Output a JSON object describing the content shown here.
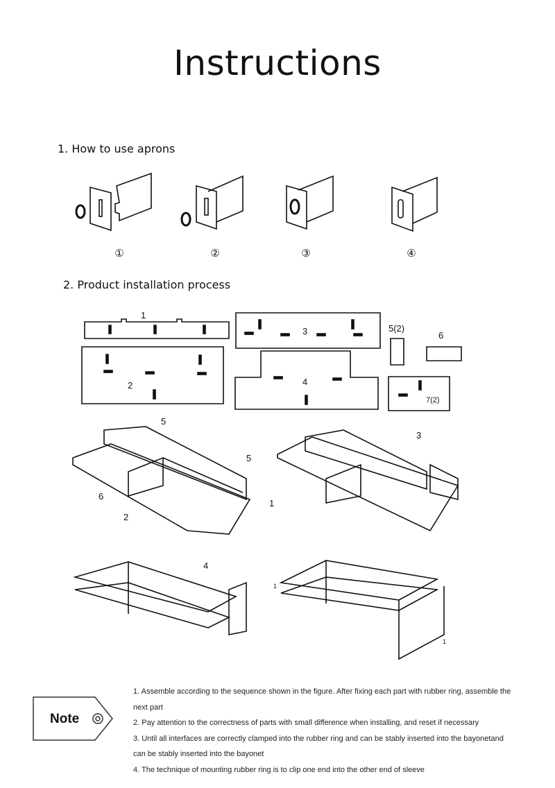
{
  "title": "Instructions",
  "section1": {
    "heading": "1. How to use aprons",
    "steps": [
      "①",
      "②",
      "③",
      "④"
    ]
  },
  "section2": {
    "heading": "2. Product installation process",
    "parts": [
      "1",
      "2",
      "3",
      "4",
      "5(2)",
      "6",
      "7(2)"
    ],
    "assembly_labels": {
      "a": [
        "5",
        "5",
        "6",
        "2",
        "1"
      ],
      "b": [
        "3"
      ],
      "c": [
        "4"
      ],
      "d": [
        "1",
        "1"
      ]
    }
  },
  "note": {
    "label": "Note",
    "items": [
      "1. Assemble according to the sequence shown in the figure. After fixing each part with rubber ring, assemble the",
      "next part",
      "2. Pay attention to the correctness of parts with small difference when installing, and reset if necessary",
      "3. Until all interfaces are correctly clamped into the rubber ring and can be stably inserted into the bayonetand",
      "can be stably inserted into the bayonet",
      "4. The technique of mounting rubber ring is to clip one end into the other end of sleeve"
    ]
  }
}
